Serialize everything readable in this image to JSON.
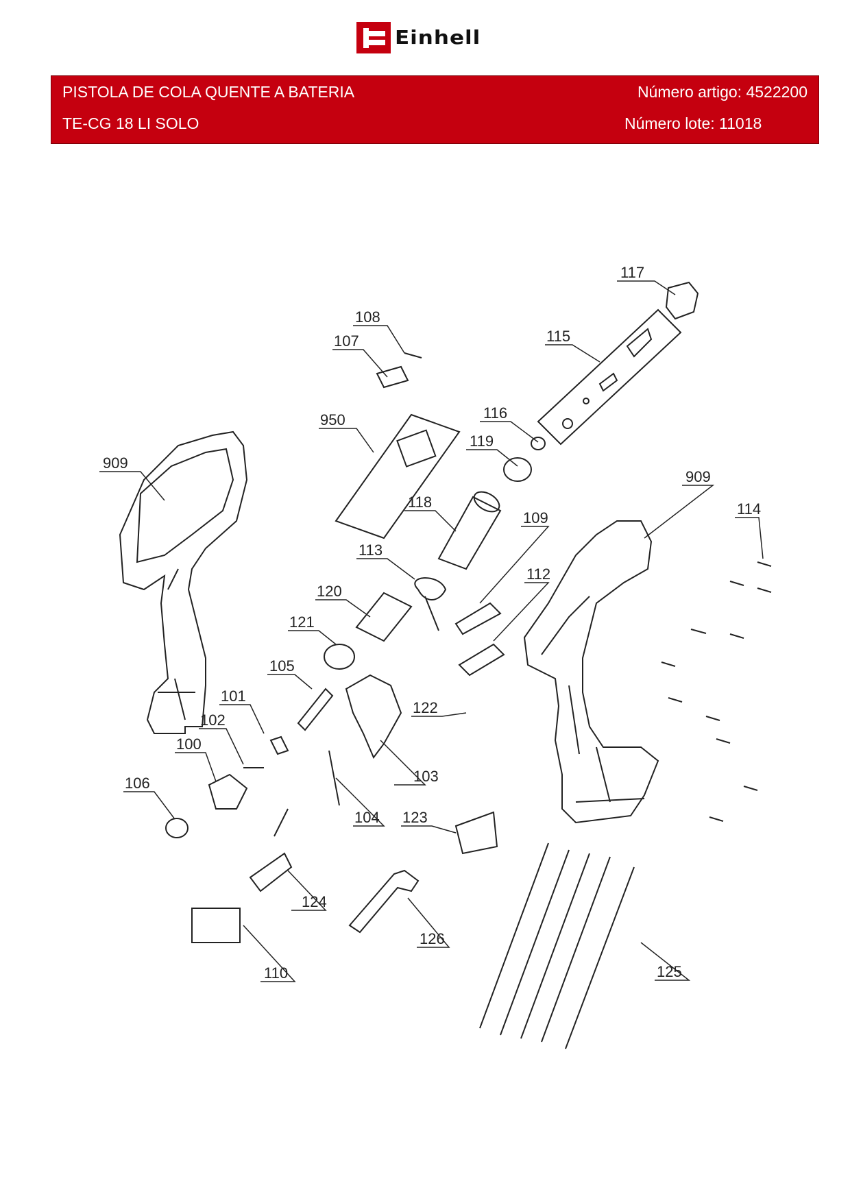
{
  "brand": {
    "logo_text": "Einhell"
  },
  "header": {
    "title": "PISTOLA DE COLA QUENTE A BATERIA",
    "model": "TE-CG 18 LI SOLO",
    "article_label": "Número artigo: 4522200",
    "lot_label": "Número lote: 11018"
  },
  "diagram": {
    "labels": [
      "117",
      "108",
      "115",
      "107",
      "950",
      "116",
      "119",
      "909",
      "909",
      "118",
      "114",
      "109",
      "113",
      "112",
      "120",
      "121",
      "105",
      "101",
      "122",
      "102",
      "100",
      "103",
      "106",
      "104",
      "123",
      "124",
      "126",
      "110",
      "125"
    ]
  }
}
